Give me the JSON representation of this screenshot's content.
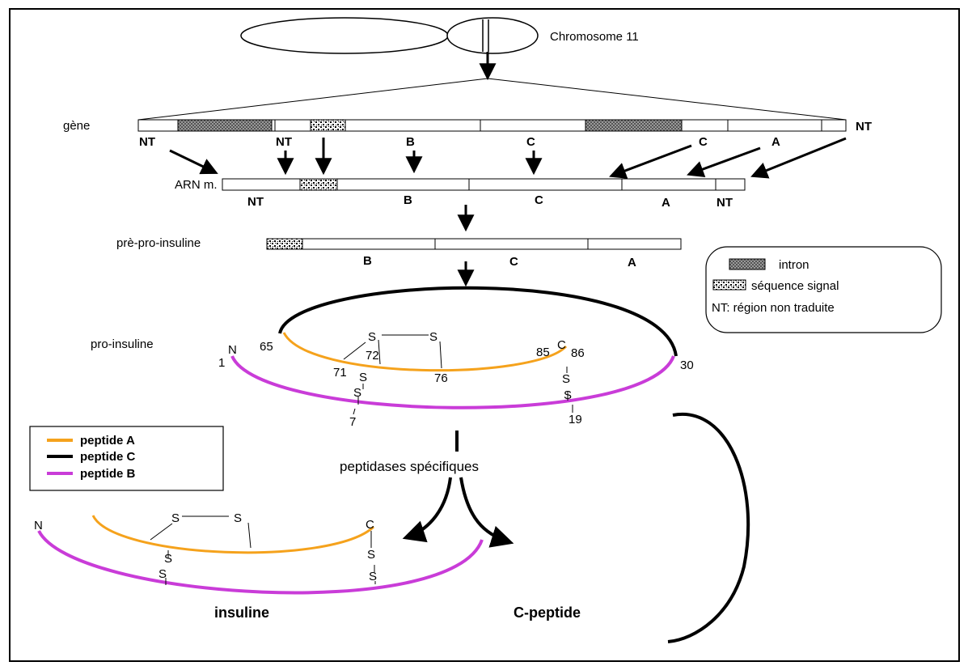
{
  "chromosome": {
    "label": "Chromosome 11"
  },
  "gene": {
    "label": "gène",
    "labels": [
      "NT",
      "NT",
      "B",
      "C",
      "C",
      "A"
    ],
    "right_label": "NT"
  },
  "mrna": {
    "label": "ARN m.",
    "labels": [
      "NT",
      "B",
      "C",
      "A",
      "NT"
    ]
  },
  "preproinsulin": {
    "label": "prè-pro-insuline",
    "labels": [
      "B",
      "C",
      "A"
    ]
  },
  "key": {
    "intron": "intron",
    "signal": "séquence signal",
    "nt": "NT: région non traduite"
  },
  "proinsulin": {
    "label": "pro-insuline",
    "n_terminal": "N",
    "c_terminal": "C",
    "sulfur": "S",
    "positions": [
      "65",
      "72",
      "71",
      "76",
      "85",
      "86",
      "1",
      "30",
      "7",
      "19"
    ]
  },
  "peptide_legend": [
    {
      "label": "peptide A",
      "color": "#f5a21c"
    },
    {
      "label": "peptide C",
      "color": "#000000"
    },
    {
      "label": "peptide B",
      "color": "#c93cd8"
    }
  ],
  "enzymes": {
    "label": "peptidases spécifiques"
  },
  "insulin": {
    "label": "insuline",
    "n_terminal": "N",
    "c_terminal": "C",
    "sulfur": "S"
  },
  "cpeptide": {
    "label": "C-peptide"
  },
  "colors": {
    "peptide_a": "#f5a21c",
    "peptide_c": "#000000",
    "peptide_b": "#c93cd8",
    "intron_fill": "#8a8a8a",
    "frame": "#000000"
  }
}
